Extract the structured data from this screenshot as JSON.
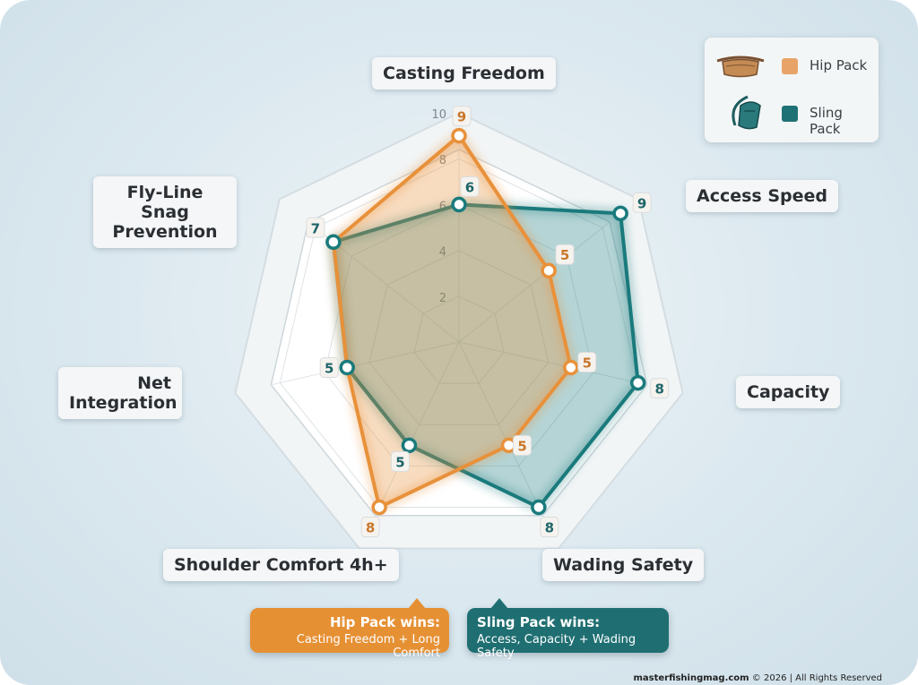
{
  "chart_data": {
    "type": "radar",
    "axes": [
      "Casting Freedom",
      "Access Speed",
      "Capacity",
      "Wading Safety",
      "Shoulder Comfort 4h+",
      "Net Integration",
      "Fly-Line Snag Prevention"
    ],
    "range": [
      0,
      10
    ],
    "ticks": [
      "2",
      "4",
      "6",
      "8",
      "10"
    ],
    "grid": true,
    "legend_position": "top-right",
    "series": [
      {
        "name": "Hip Pack",
        "color": "#e8913a",
        "values": [
          9,
          5,
          5,
          5,
          8,
          5,
          7
        ]
      },
      {
        "name": "Sling Pack",
        "color": "#1a7a7c",
        "values": [
          6,
          9,
          8,
          8,
          5,
          5,
          7
        ]
      }
    ]
  },
  "legend": {
    "items": [
      {
        "label": "Hip Pack",
        "icon": "hip-pack-icon",
        "color": "#e8a468"
      },
      {
        "label": "Sling Pack",
        "icon": "sling-pack-icon",
        "color": "#1e7275"
      }
    ]
  },
  "callouts": {
    "hip": {
      "title": "Hip Pack wins:",
      "text": "Casting Freedom + Long Comfort"
    },
    "sling": {
      "title": "Sling Pack wins:",
      "text": "Access, Capacity + Wading Safety"
    }
  },
  "footer": {
    "site": "masterfishingmag.com",
    "rest": "© 2026 | All Rights Reserved"
  }
}
